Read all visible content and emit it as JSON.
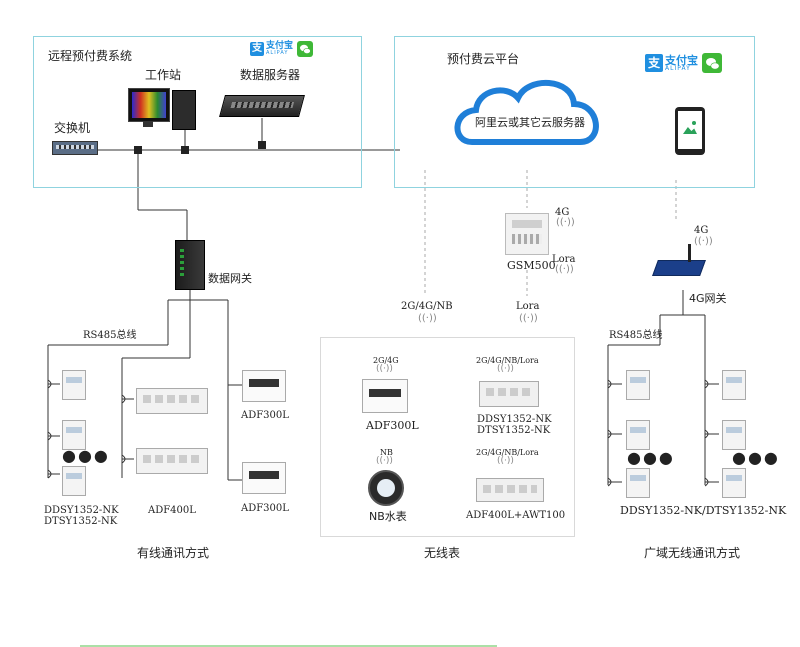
{
  "left_panel": {
    "title": "远程预付费系统",
    "switch_label": "交换机",
    "workstation_label": "工作站",
    "server_label": "数据服务器"
  },
  "right_panel": {
    "title": "预付费云平台",
    "cloud_label": "阿里云或其它云服务器"
  },
  "payment": {
    "alipay_cn": "支付宝",
    "alipay_en": "ALIPAY",
    "alipay_glyph": "支"
  },
  "gateway_label": "数据网关",
  "gsm": {
    "label": "GSM500",
    "signal_4g": "4G",
    "signal_lora": "Lora"
  },
  "gateway_4g": {
    "signal": "4G",
    "label": "4G网关"
  },
  "wireless_links": {
    "left": "2G/4G/NB",
    "right": "Lora"
  },
  "wired_section": {
    "bus_label": "RS485总线",
    "meter_label_1": "DDSY1352-NK",
    "meter_label_2": "DTSY1352-NK",
    "adf400_label": "ADF400L",
    "adf300_top_label": "ADF300L",
    "adf300_bottom_label": "ADF300L",
    "caption": "有线通讯方式"
  },
  "wireless_section": {
    "adf300_signal": "2G/4G",
    "adf300_label": "ADF300L",
    "ddsy_signal": "2G/4G/NB/Lora",
    "ddsy_label_1": "DDSY1352-NK",
    "ddsy_label_2": "DTSY1352-NK",
    "water_signal": "NB",
    "water_label": "NB水表",
    "adf400_signal": "2G/4G/NB/Lora",
    "adf400_label": "ADF400L+AWT100",
    "caption": "无线表"
  },
  "wan_section": {
    "bus_label": "RS485总线",
    "meter_label": "DDSY1352-NK/DTSY1352-NK",
    "caption": "广域无线通讯方式"
  }
}
